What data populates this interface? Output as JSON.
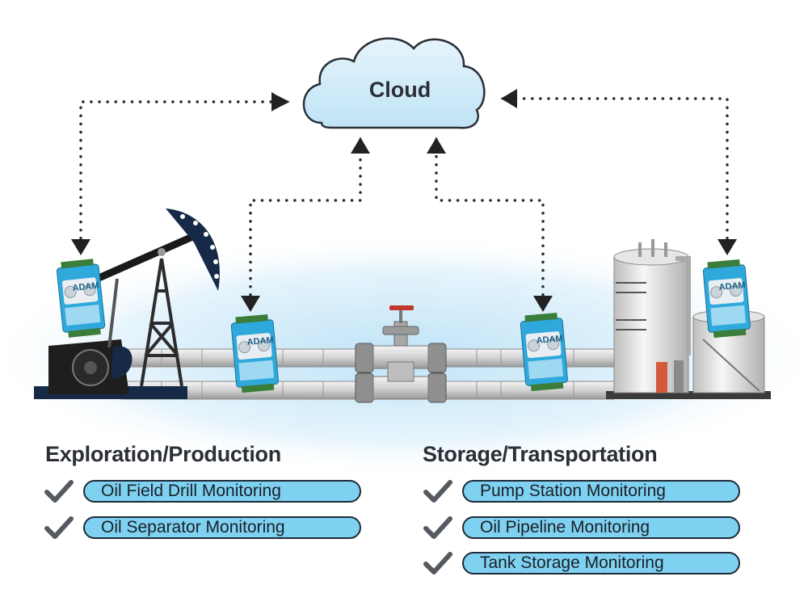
{
  "cloud": {
    "label": "Cloud"
  },
  "device_label": "ADAM",
  "sections": [
    {
      "title": "Exploration/Production",
      "items": [
        "Oil Field Drill Monitoring",
        "Oil Separator Monitoring"
      ]
    },
    {
      "title": "Storage/Transportation",
      "items": [
        "Pump Station Monitoring",
        "Oil Pipeline Monitoring",
        "Tank Storage Monitoring"
      ]
    }
  ],
  "colors": {
    "pill": "#7fd1f2",
    "device": "#2fa8dc",
    "check": "#555a60",
    "text": "#2b2f36"
  }
}
